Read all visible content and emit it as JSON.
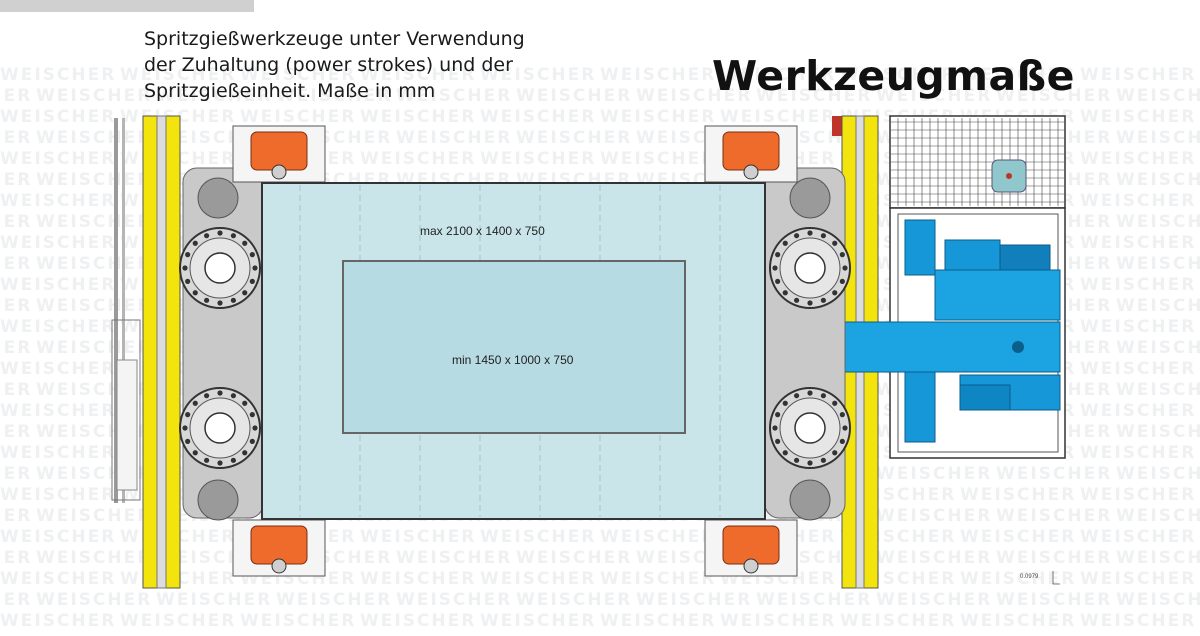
{
  "caption": {
    "line1": "Spritzgießwerkzeuge unter Verwendung",
    "line2": "der Zuhaltung (power strokes) und der",
    "line3": "Spritzgießeinheit. Maße in mm"
  },
  "title": "Werkzeugmaße",
  "mold": {
    "max_label": "max 2100 x 1400 x 750",
    "min_label": "min 1450 x 1000 x 750"
  },
  "watermark": "WEISCHER",
  "drawing_code": "0.0979",
  "colors": {
    "frame_yellow": "#f2e40c",
    "platen_gray": "#c9c9c9",
    "mold_fill": "#c9e5ea",
    "inner_fill": "#b7dbe2",
    "actuator_orange": "#ef6b2c",
    "injection_blue": "#1597d8"
  }
}
